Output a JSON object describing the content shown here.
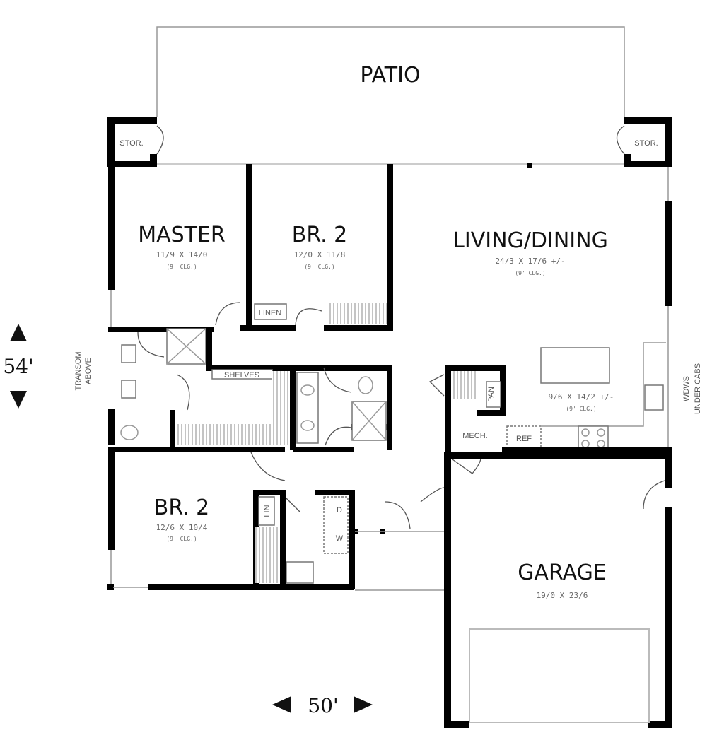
{
  "rooms": {
    "patio": {
      "name": "PATIO"
    },
    "stor_left": {
      "name": "STOR."
    },
    "stor_right": {
      "name": "STOR."
    },
    "master": {
      "name": "MASTER",
      "size": "11/9 X 14/0",
      "ceiling": "(9' CLG.)"
    },
    "br2_top": {
      "name": "BR. 2",
      "size": "12/0 X 11/8",
      "ceiling": "(9' CLG.)"
    },
    "living": {
      "name": "LIVING/DINING",
      "size": "24/3 X 17/6 +/-",
      "ceiling": "(9' CLG.)"
    },
    "kitchen": {
      "size": "9/6 X 14/2 +/-",
      "ceiling": "(9' CLG.)"
    },
    "br2_bottom": {
      "name": "BR. 2",
      "size": "12/6 X 10/4",
      "ceiling": "(9' CLG.)"
    },
    "garage": {
      "name": "GARAGE",
      "size": "19/0 X 23/6"
    }
  },
  "labels": {
    "linen": "LINEN",
    "lin": "LIN",
    "shelves": "SHELVES",
    "pan": "PAN",
    "mech": "MECH.",
    "ref": "REF",
    "washer": "W",
    "dryer": "D",
    "transom_1": "TRANSOM",
    "transom_2": "ABOVE",
    "wdws_1": "WDWS",
    "wdws_2": "UNDER CABS"
  },
  "dimensions": {
    "depth": "54'",
    "width": "50'"
  }
}
